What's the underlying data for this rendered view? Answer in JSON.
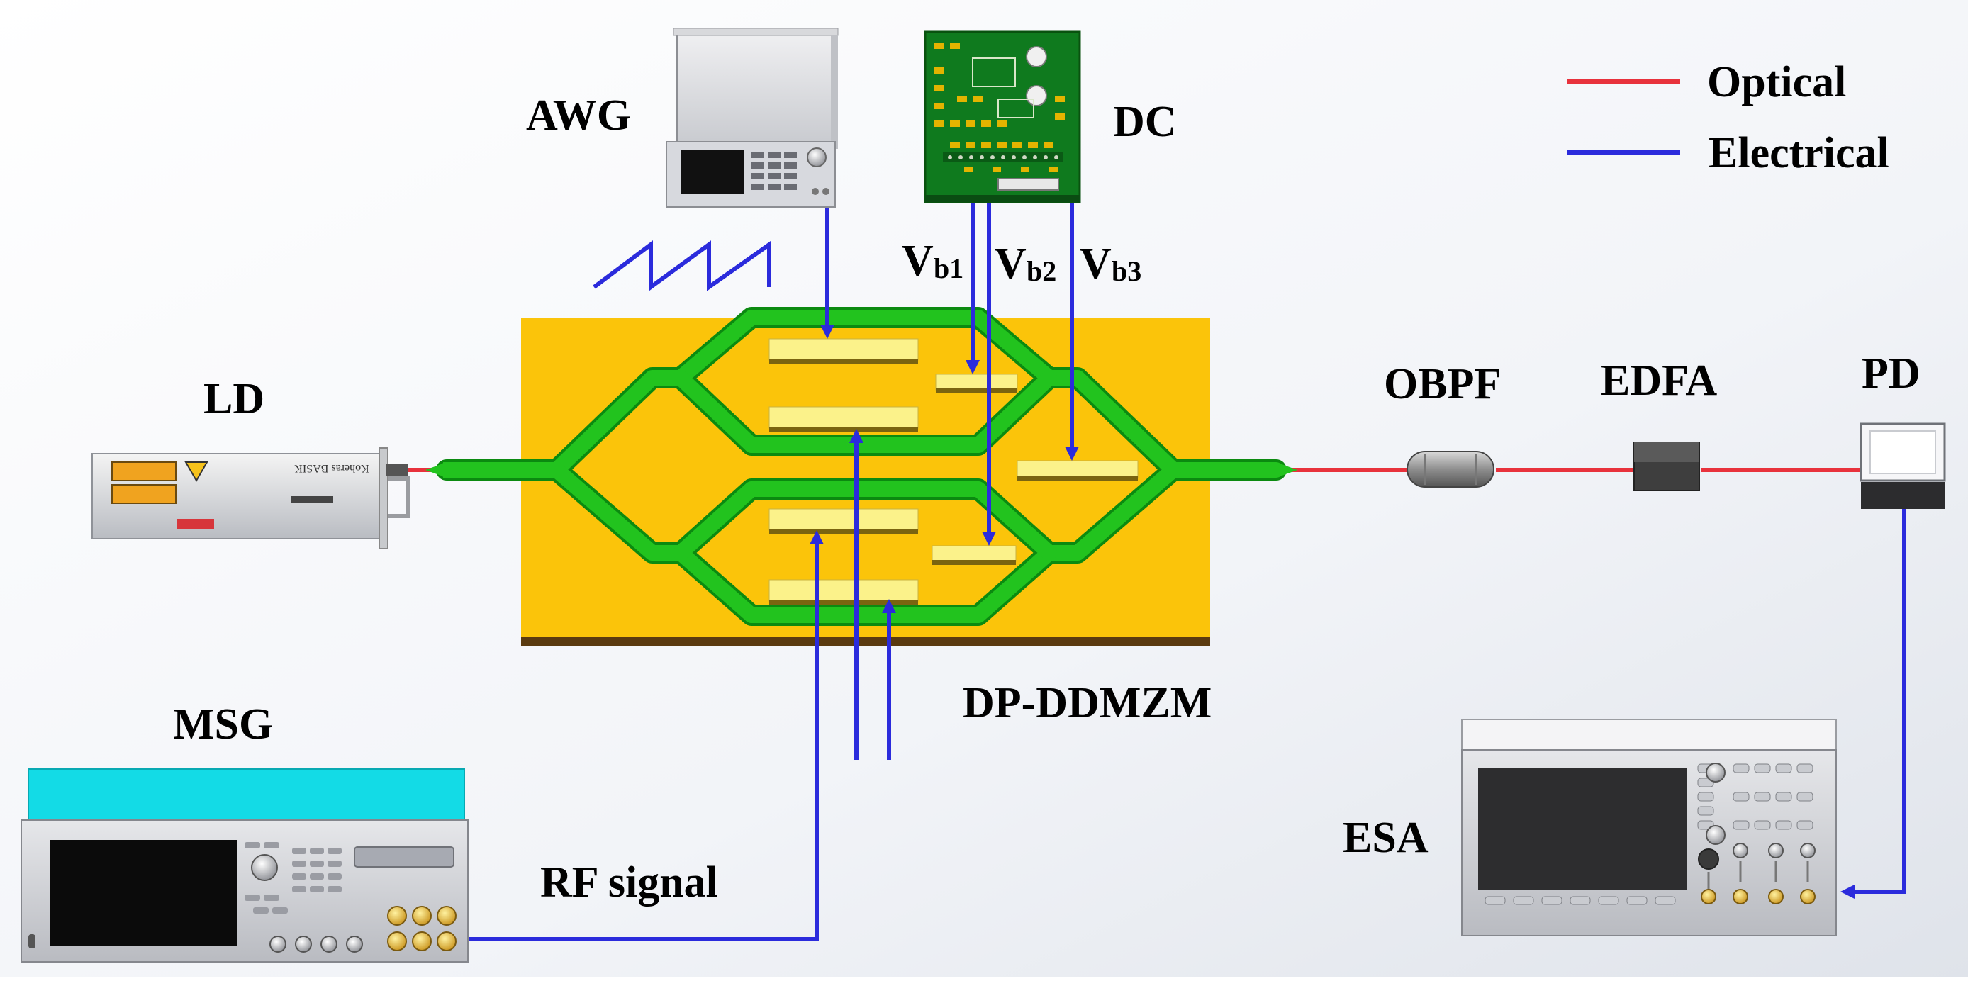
{
  "legend": {
    "optical": {
      "label": "Optical",
      "color": "#e8323c"
    },
    "electrical": {
      "label": "Electrical",
      "color": "#2b2bdc"
    }
  },
  "devices": {
    "awg": "AWG",
    "dc": "DC",
    "ld": "LD",
    "msg": "MSG",
    "modulator": "DP-DDMZM",
    "obpf": "OBPF",
    "edfa": "EDFA",
    "pd": "PD",
    "esa": "ESA"
  },
  "signals": {
    "rf": "RF signal",
    "vb1": {
      "base": "V",
      "sub": "b1"
    },
    "vb2": {
      "base": "V",
      "sub": "b2"
    },
    "vb3": {
      "base": "V",
      "sub": "b3"
    }
  },
  "colors": {
    "chip": "#fbc40a",
    "chip_edge": "#5a3a10",
    "waveguide": "#22c31e",
    "waveguide_edge": "#0b8a10",
    "electrode": "#fbf28a",
    "electrode_edge": "#7a6410",
    "pcb": "#0f7a1e",
    "msg_top": "#13dbe6"
  },
  "ld_label_text": "Koheras BASIK"
}
